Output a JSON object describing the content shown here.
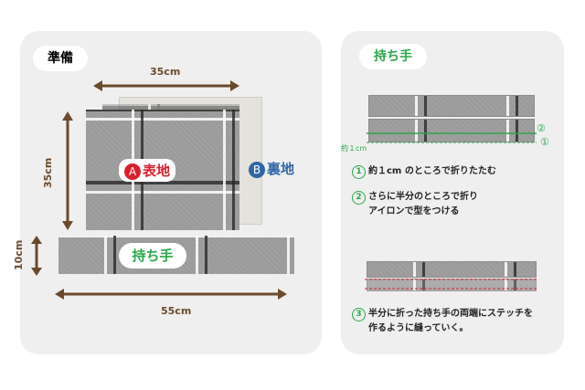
{
  "colors": {
    "accent_green": "#2aa84a",
    "dim_brown": "#6b4a2b",
    "red": "#d9202a",
    "blue": "#2f67a6"
  },
  "left": {
    "title": "準備",
    "dim_top": "35cm",
    "dim_side": "35cm",
    "dim_handle": "10cm",
    "dim_bottom": "55cm",
    "label_a_mark": "A",
    "label_a_text": "表地",
    "label_b_mark": "B",
    "label_b_text": "裏地",
    "handle_label": "持ち手"
  },
  "right": {
    "title": "持ち手",
    "mark_1": "①",
    "mark_2": "②",
    "fold_label": "約１cm",
    "steps": [
      {
        "num": "1",
        "text": "約１cm のところで折りたたむ"
      },
      {
        "num": "2",
        "text": "さらに半分のところで折り",
        "text2": "アイロンで型をつける"
      },
      {
        "num": "3",
        "text": "半分に折った持ち手の両端にステッチを",
        "text2": "作るように縫っていく。"
      }
    ]
  }
}
